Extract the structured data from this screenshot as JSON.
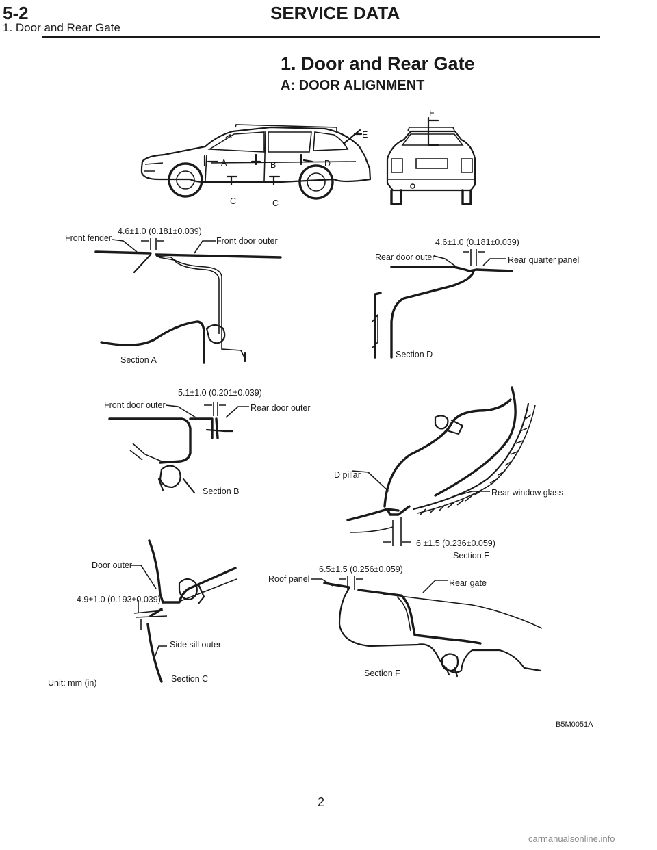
{
  "header": {
    "section_code": "5-2",
    "section_title": "SERVICE DATA",
    "subtitle": "1. Door and Rear Gate"
  },
  "heading": "1. Door and Rear Gate",
  "subheading": "A: DOOR ALIGNMENT",
  "overview": {
    "side_letters": [
      "A",
      "B",
      "D",
      "C",
      "C"
    ],
    "rear_letters": [
      "E",
      "F"
    ]
  },
  "section_a": {
    "caption": "Section A",
    "dimension": "4.6±1.0 (0.181±0.039)",
    "labels": [
      "Front fender",
      "Front door outer"
    ]
  },
  "section_d": {
    "caption": "Section D",
    "dimension": "4.6±1.0 (0.181±0.039)",
    "labels": [
      "Rear door outer",
      "Rear quarter panel"
    ]
  },
  "section_b": {
    "caption": "Section B",
    "dimension": "5.1±1.0 (0.201±0.039)",
    "labels": [
      "Front door outer",
      "Rear door outer"
    ]
  },
  "section_e": {
    "caption": "Section E",
    "dimension": "6 ±1.5 (0.236±0.059)",
    "labels": [
      "D pillar",
      "Rear window glass"
    ]
  },
  "section_c": {
    "caption": "Section C",
    "dimension": "4.9±1.0 (0.193±0.039)",
    "labels": [
      "Door outer",
      "Side sill outer"
    ]
  },
  "section_f": {
    "caption": "Section F",
    "dimension": "6.5±1.5 (0.256±0.059)",
    "labels": [
      "Roof panel",
      "Rear gate"
    ]
  },
  "unit_note": "Unit: mm (in)",
  "figure_id": "B5M0051A",
  "page_number": "2",
  "watermark": "carmanualsonline.info"
}
